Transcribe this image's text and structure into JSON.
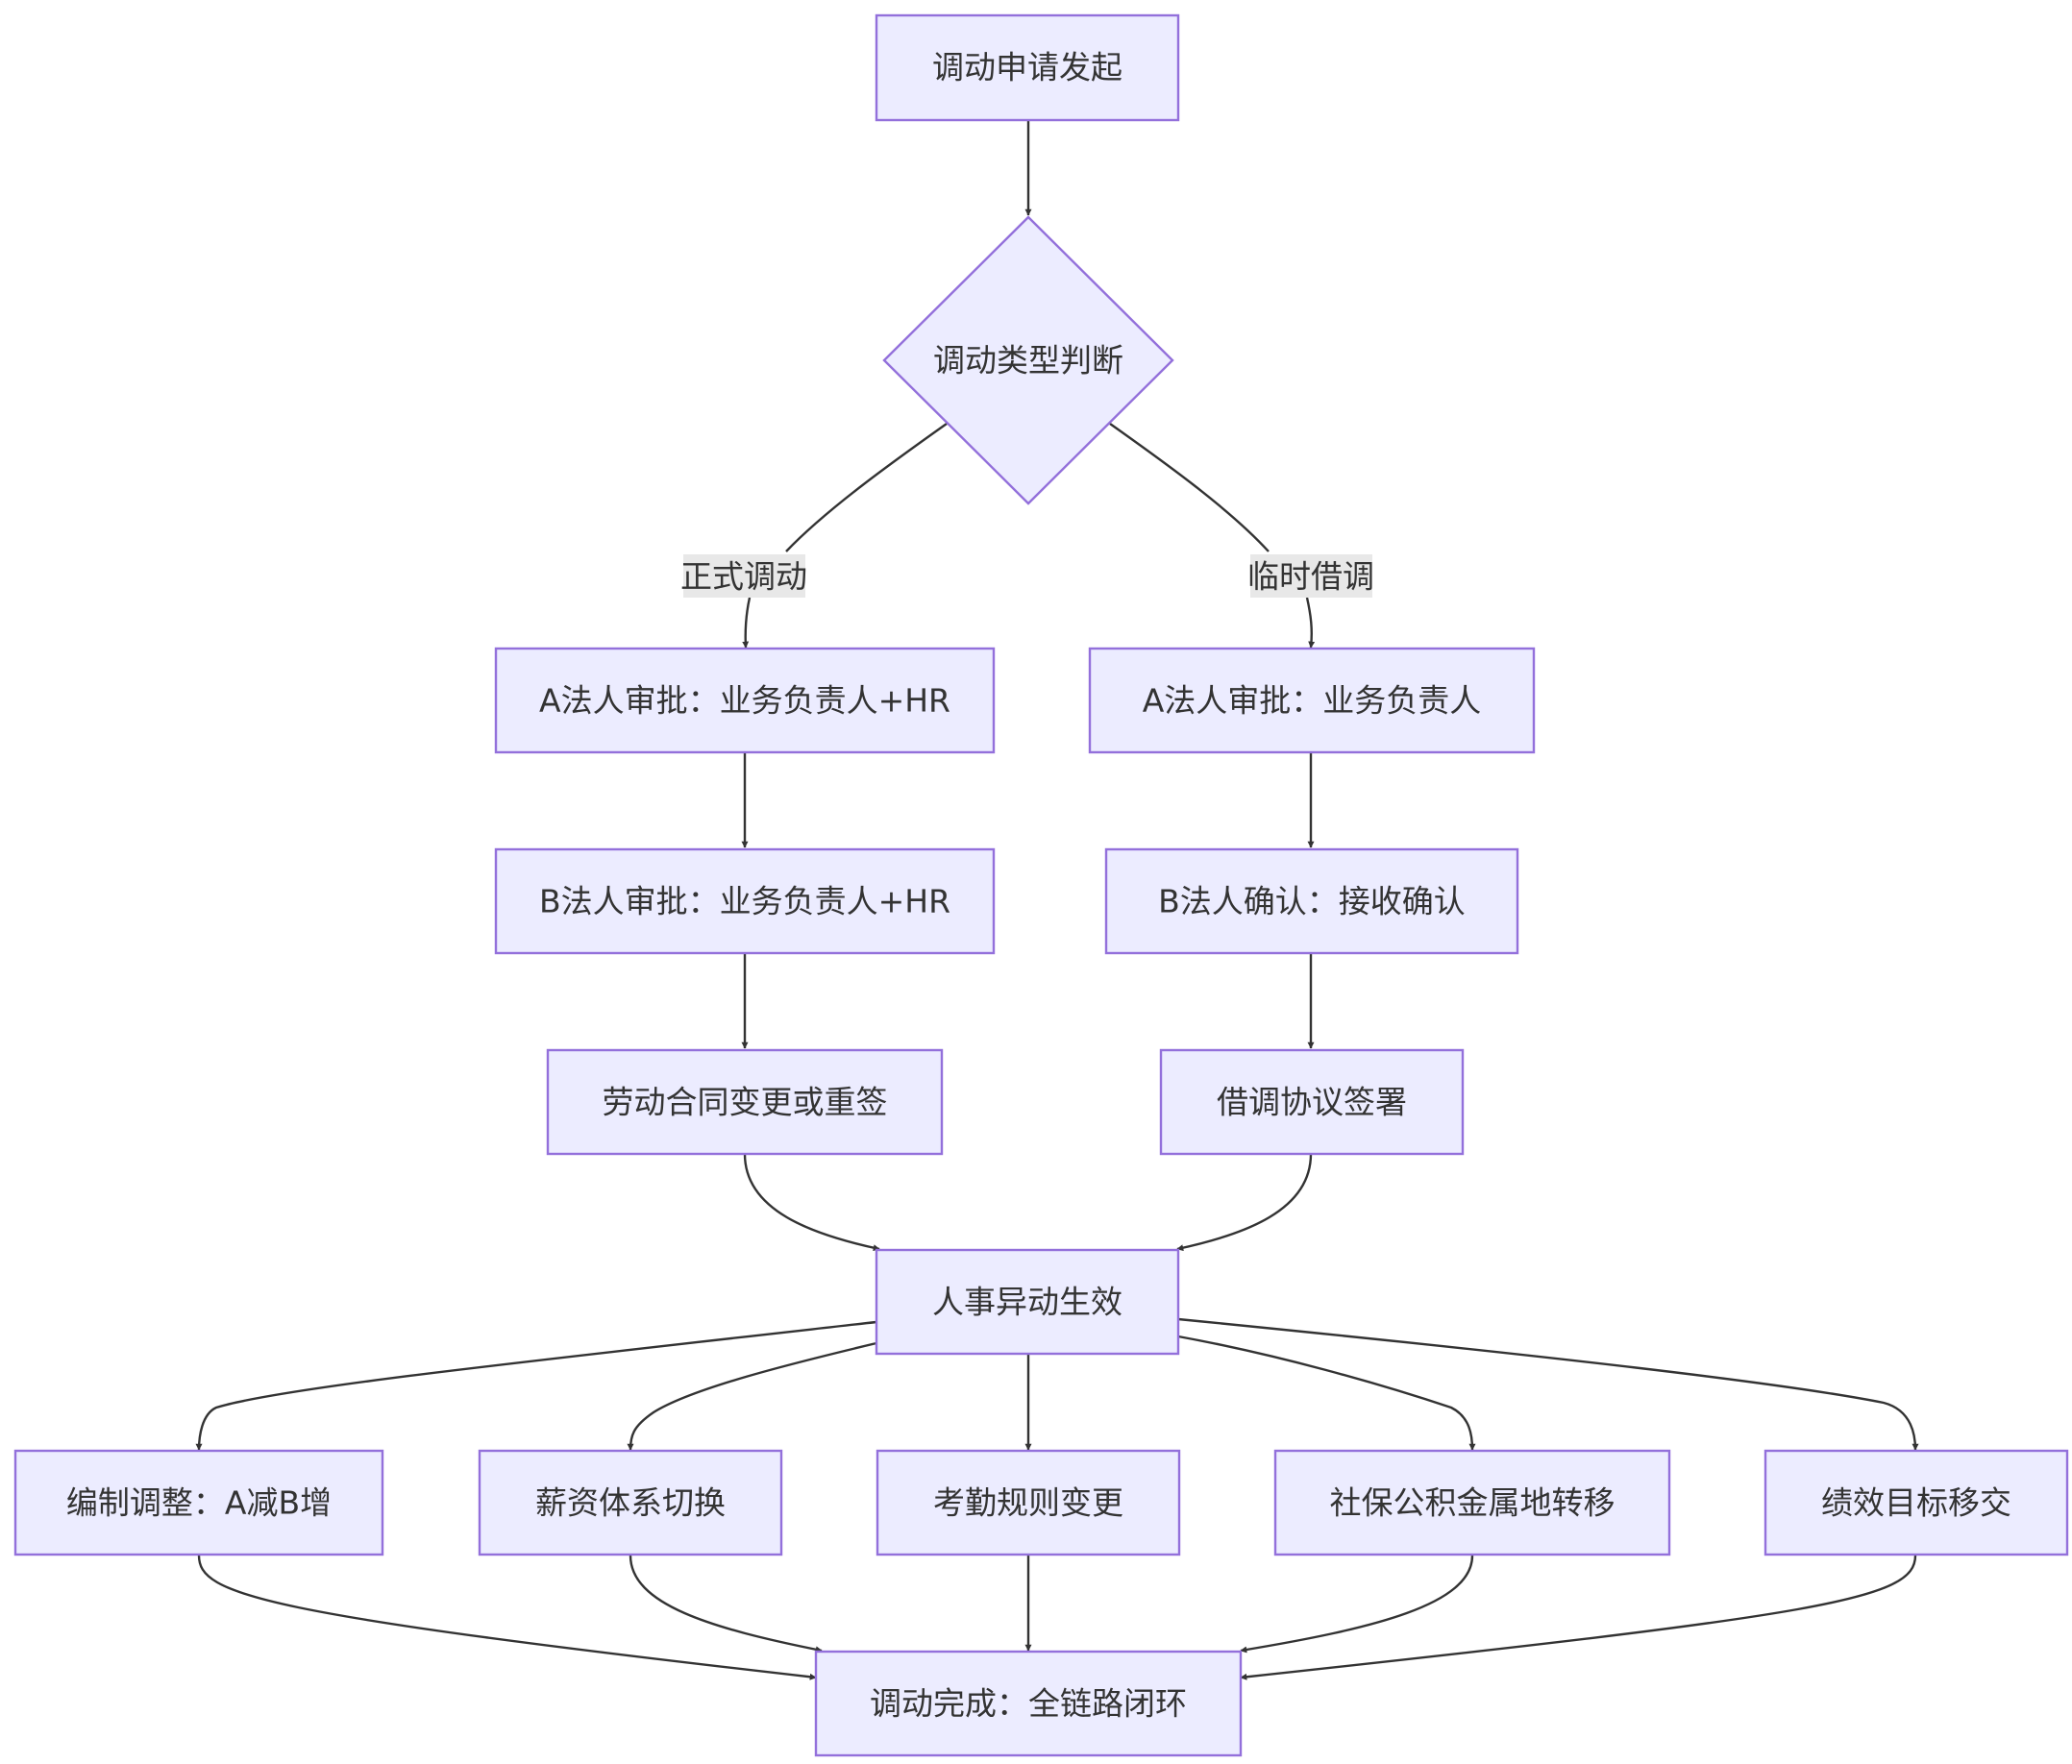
{
  "nodes": {
    "start": "调动申请发起",
    "decision": "调动类型判断",
    "a_approval_formal": "A法人审批：业务负责人+HR",
    "b_approval_formal": "B法人审批：业务负责人+HR",
    "contract": "劳动合同变更或重签",
    "a_approval_temp": "A法人审批：业务负责人",
    "b_confirm_temp": "B法人确认：接收确认",
    "secondment_agreement": "借调协议签署",
    "effective": "人事异动生效",
    "headcount": "编制调整：A减B增",
    "payroll": "薪资体系切换",
    "attendance": "考勤规则变更",
    "social_security": "社保公积金属地转移",
    "performance": "绩效目标移交",
    "complete": "调动完成：全链路闭环"
  },
  "edge_labels": {
    "formal": "正式调动",
    "temporary": "临时借调"
  },
  "colors": {
    "node_fill": "#ECECFF",
    "node_stroke": "#9370DB",
    "edge": "#333333",
    "label_bg": "#E8E8E8",
    "text": "#333333"
  }
}
